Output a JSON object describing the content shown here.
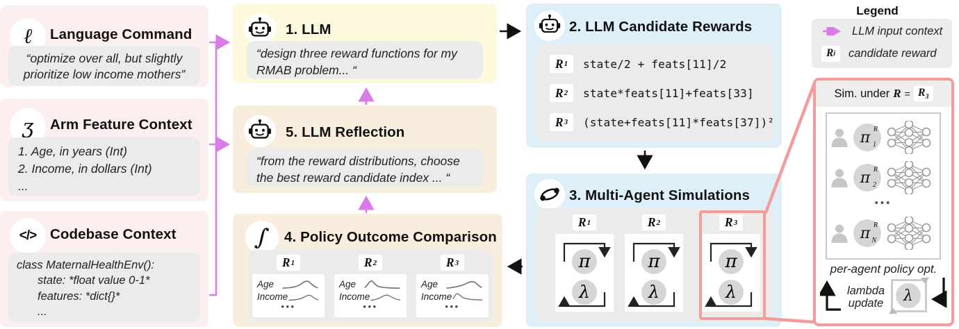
{
  "misc": {
    "r": "R",
    "pi": "π",
    "lambda": "λ",
    "dots": "•••"
  },
  "colors": {
    "accent_purple": "#d97ce8",
    "highlight_salmon": "#f49c9c",
    "input_pink": "#fdeef0",
    "llm_yellow": "#fcf9dd",
    "reflect_tan": "#f9eedd",
    "sim_blue": "#dfeffa",
    "panel_gray": "#ebebeb"
  },
  "inputs": {
    "language": {
      "icon_glyph": "ℓ",
      "title": "Language Command",
      "body": "“optimize over all, but slightly prioritize low income mothers”"
    },
    "features": {
      "icon_glyph": "ʒ",
      "title": "Arm Feature Context",
      "line1": "1. Age, in years (Int)",
      "line2": "2. Income, in dollars (Int)",
      "line3": "..."
    },
    "codebase": {
      "icon_glyph": "</>",
      "title": "Codebase Context",
      "line1": "class MaternalHealthEnv():",
      "line2": "state: *float value 0-1*",
      "line3": "features: *dict{}*",
      "line4": "..."
    }
  },
  "step1": {
    "title": "1. LLM",
    "body": "“design three reward functions for my RMAB problem... “"
  },
  "step2": {
    "title": "2. LLM Candidate Rewards",
    "rewards": [
      {
        "sub": "1",
        "formula": "state/2 + feats[11]/2"
      },
      {
        "sub": "2",
        "formula": "state*feats[11]+feats[33]"
      },
      {
        "sub": "3",
        "formula": "(state+feats[11]*feats[37])²"
      }
    ]
  },
  "step3": {
    "title": "3. Multi-Agent Simulations",
    "sims": [
      {
        "sub": "1"
      },
      {
        "sub": "2"
      },
      {
        "sub": "3"
      }
    ]
  },
  "step4": {
    "title": "4. Policy Outcome Comparison",
    "row1": "Age",
    "row2": "Income",
    "cards": [
      {
        "sub": "1"
      },
      {
        "sub": "2"
      },
      {
        "sub": "3"
      }
    ]
  },
  "step5": {
    "title": "5. LLM Reflection",
    "body": "“from the reward distributions, choose the best reward candidate index ... “"
  },
  "legend": {
    "title": "Legend",
    "arrow_label": "LLM input context",
    "badge_sub": "i",
    "badge_label": "candidate reward"
  },
  "callout": {
    "header_prefix": "Sim. under",
    "equals": "=",
    "r_sub": "3",
    "pi_sup": "R",
    "agents": [
      {
        "sub": "1"
      },
      {
        "sub": "2"
      },
      {
        "sub": "N"
      }
    ],
    "caption": "per-agent policy opt.",
    "lambda_line1": "lambda",
    "lambda_line2": "update",
    "icon_integral": "∫"
  }
}
